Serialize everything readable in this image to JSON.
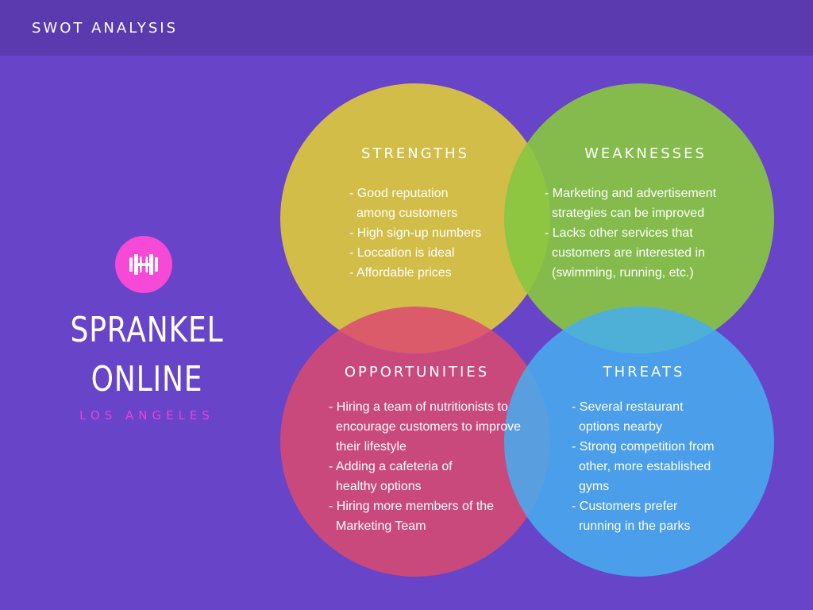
{
  "header": {
    "title": "SWOT ANALYSIS"
  },
  "brand": {
    "logo_icon": "dumbbell-icon",
    "name_line1": "SPRANKEL",
    "name_line2": "ONLINE",
    "location": "LOS ANGELES"
  },
  "colors": {
    "background": "#6844c8",
    "header": "#5a3aae",
    "logo": "#f64ad6",
    "strengths": "#dcc83e",
    "weaknesses": "#88c641",
    "opportunities": "#dc4a70",
    "threats": "#45aef0"
  },
  "swot": {
    "strengths": {
      "title": "STRENGTHS",
      "items": [
        "Good reputation among customers",
        "High sign-up numbers",
        "Loccation is ideal",
        "Affordable prices"
      ]
    },
    "weaknesses": {
      "title": "WEAKNESSES",
      "items": [
        "Marketing and advertisement strategies can be improved",
        "Lacks other services that customers are interested in (swimming, running, etc.)"
      ]
    },
    "opportunities": {
      "title": "OPPORTUNITIES",
      "items": [
        "Hiring a team of nutritionists to encourage customers to improve their lifestyle",
        "Adding a cafeteria of healthy options",
        "Hiring more members of the Marketing Team"
      ]
    },
    "threats": {
      "title": "THREATS",
      "items": [
        "Several restaurant options nearby",
        "Strong competition from other, more established gyms",
        "Customers prefer running in the parks"
      ]
    }
  }
}
